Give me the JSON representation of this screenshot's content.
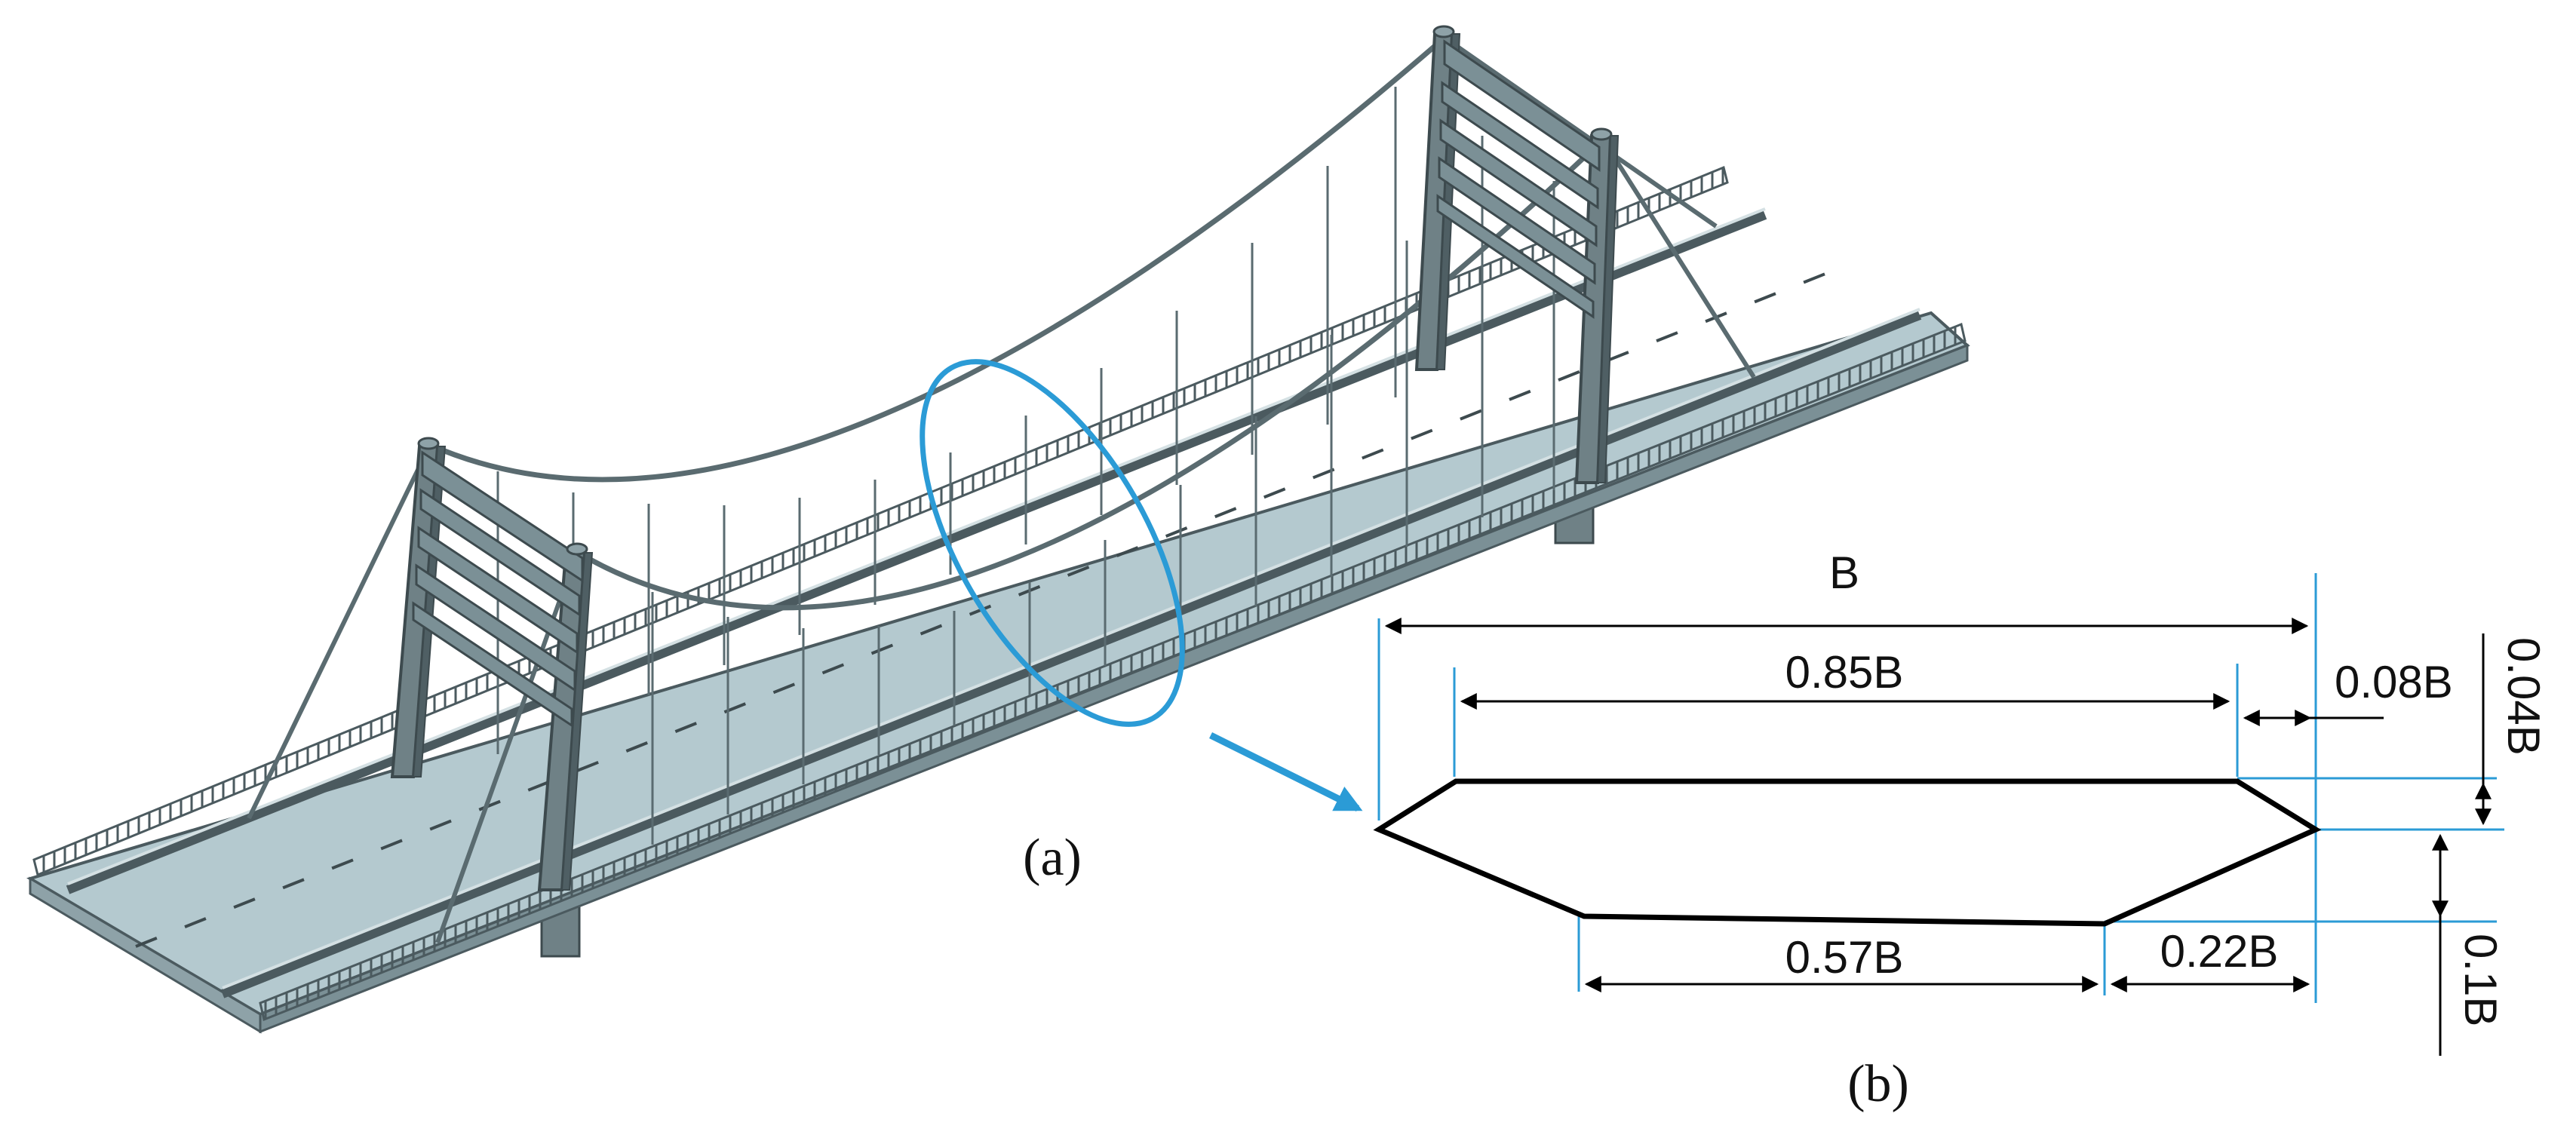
{
  "figure": {
    "panel_a_label": "(a)",
    "panel_b_label": "(b)"
  },
  "cross_section": {
    "dims": {
      "total_width": "B",
      "top_flat": "0.85B",
      "top_chamfer": "0.08B",
      "upper_height": "0.04B",
      "bottom_flat": "0.57B",
      "bottom_chamfer": "0.22B",
      "lower_height": "0.1B"
    }
  },
  "colors": {
    "highlight": "#2b9bd6",
    "deck": "#b4c9cf",
    "structure": "#687a80",
    "outline": "#000000"
  }
}
